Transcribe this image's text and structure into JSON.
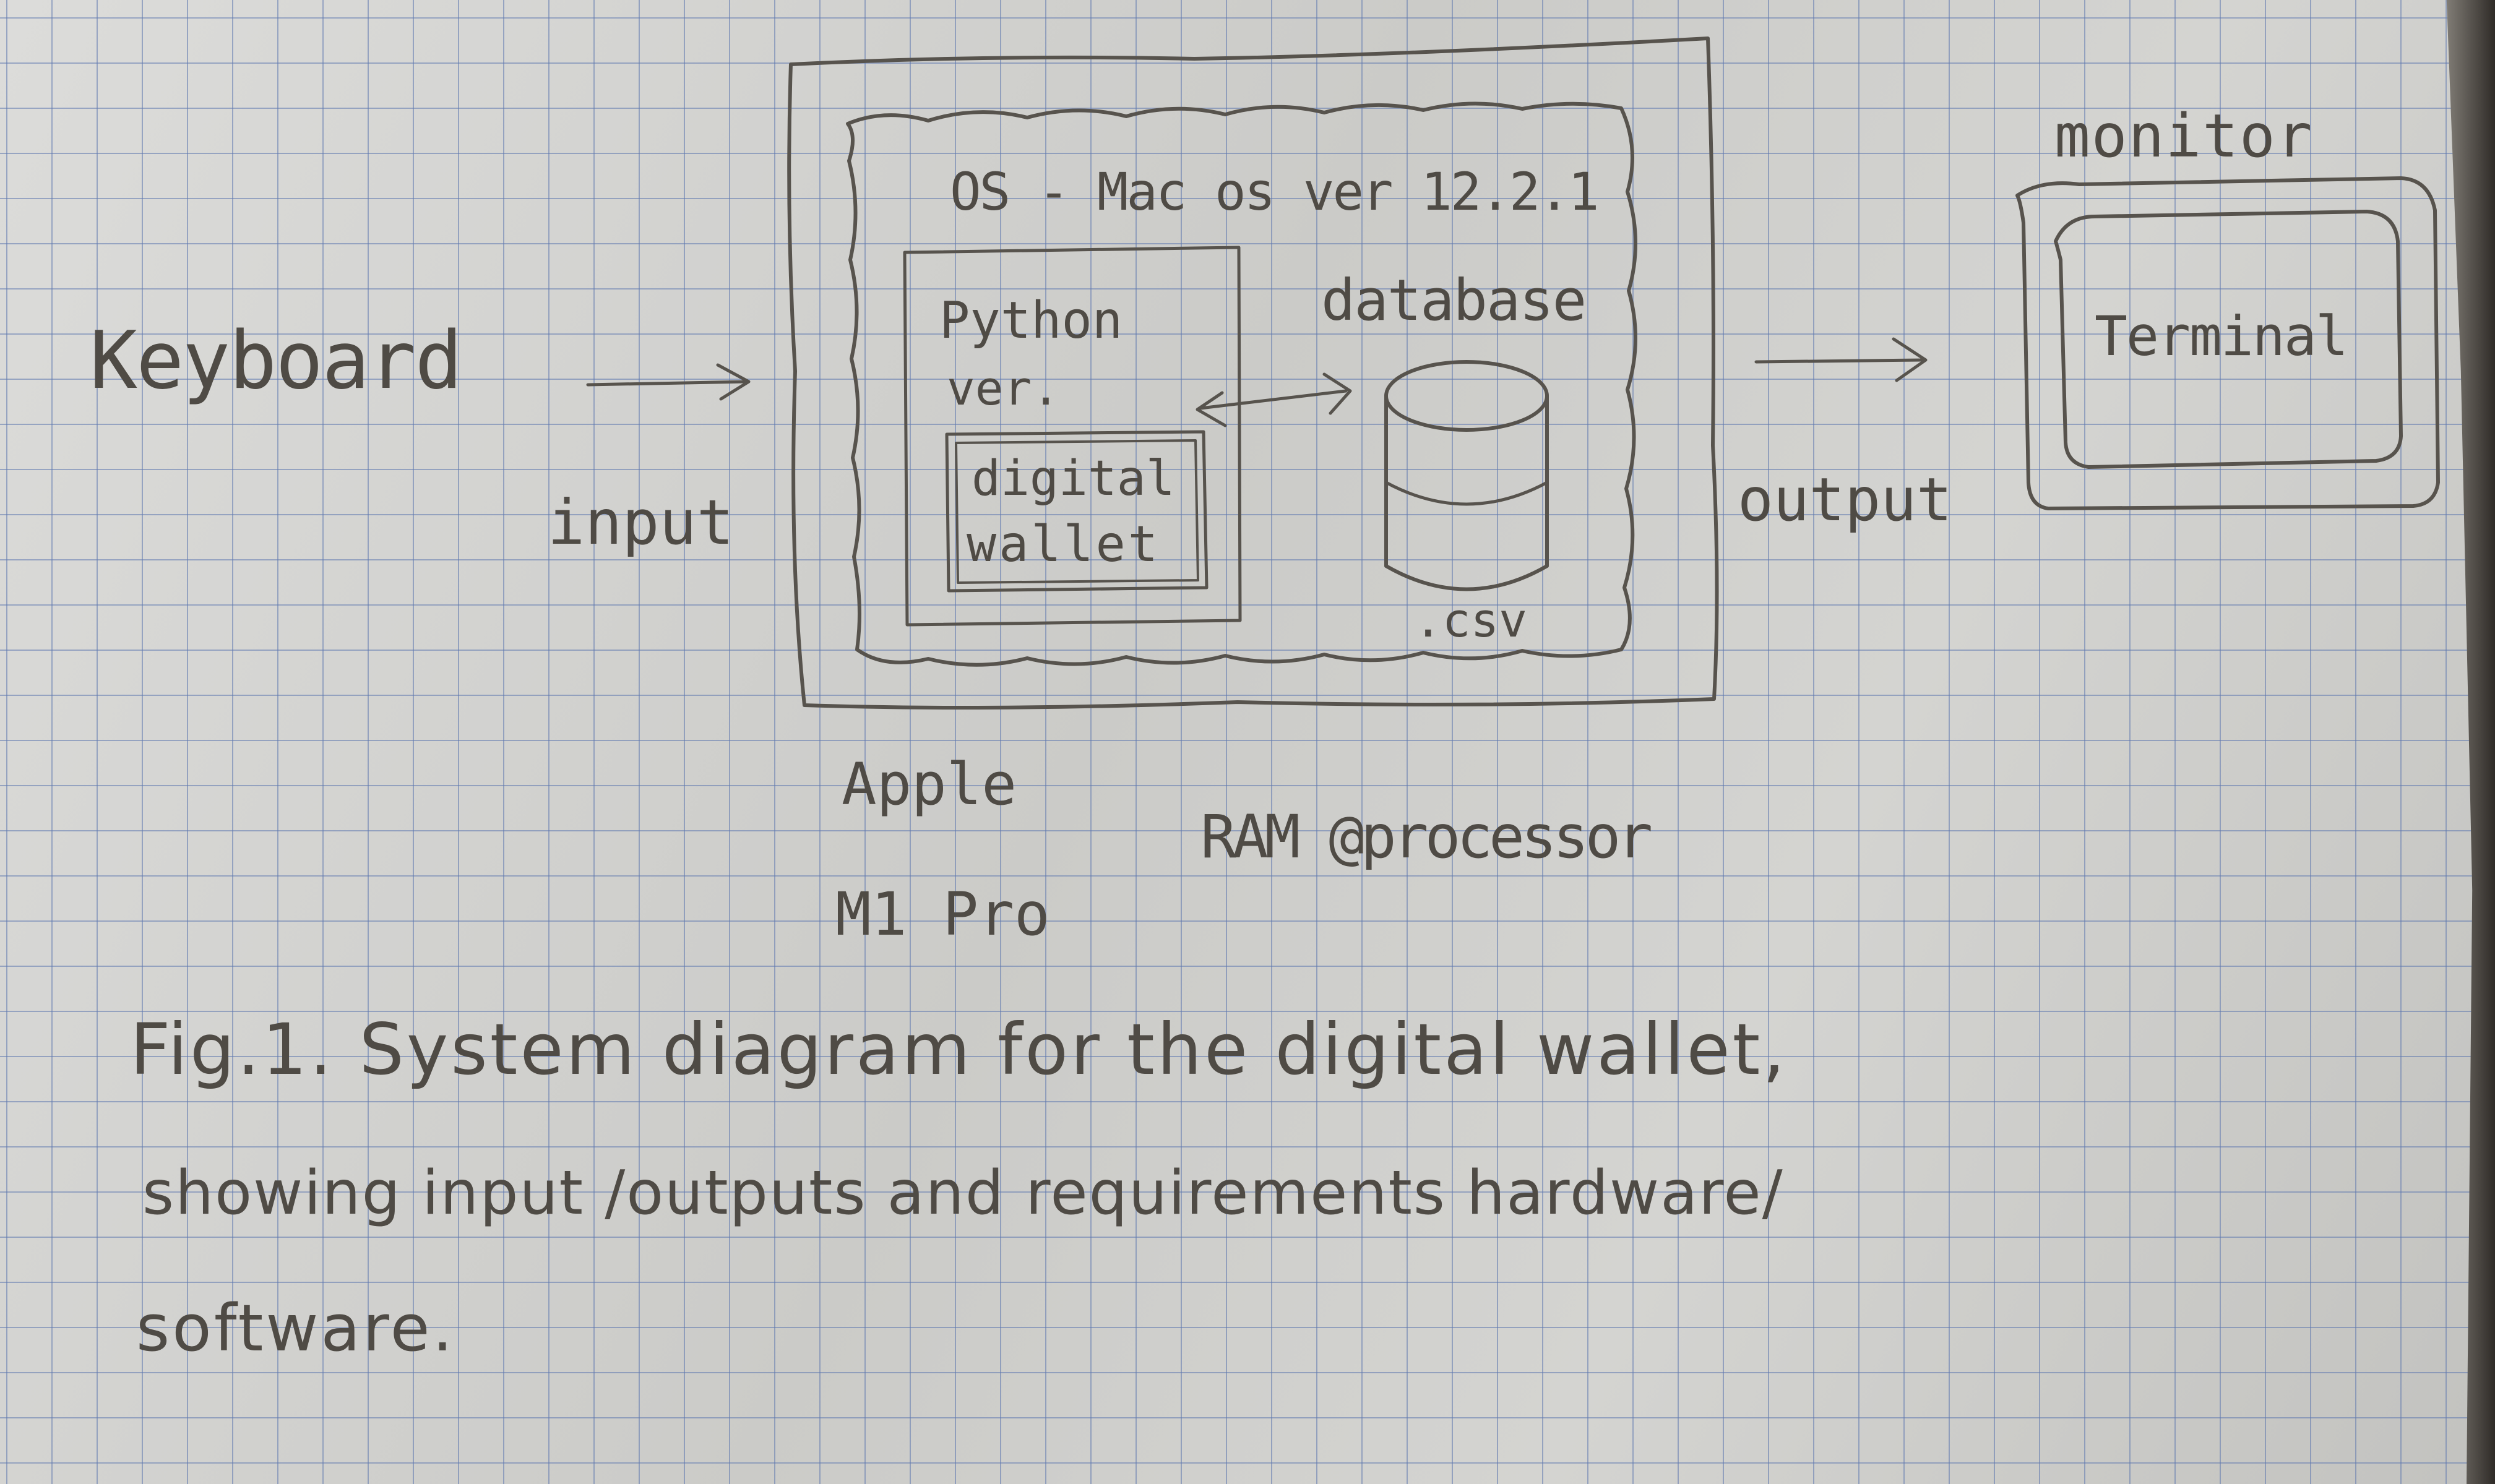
{
  "diagram": {
    "input_device": "Keyboard",
    "input_label": "input",
    "os_label": "OS - Mac os ver 12.2.1",
    "runtime_label_line1": "Python",
    "runtime_label_line2": "ver.",
    "app_label_line1": "digital",
    "app_label_line2": "wallet",
    "database_label": "database",
    "file_format": ".csv",
    "output_label": "output",
    "output_device": "monitor",
    "output_app": "Terminal",
    "chip_line1": "Apple",
    "chip_line2": "M1 Pro",
    "hardware_label": "RAM @processor"
  },
  "caption": {
    "line1": "Fig.1. System diagram for the digital wallet,",
    "line2": "showing input /outputs and requirements hardware/",
    "line3": "software."
  },
  "style": {
    "ink_color": "#57534d",
    "paper_color": "#cfcfcc",
    "grid_color": "#5f78af"
  }
}
